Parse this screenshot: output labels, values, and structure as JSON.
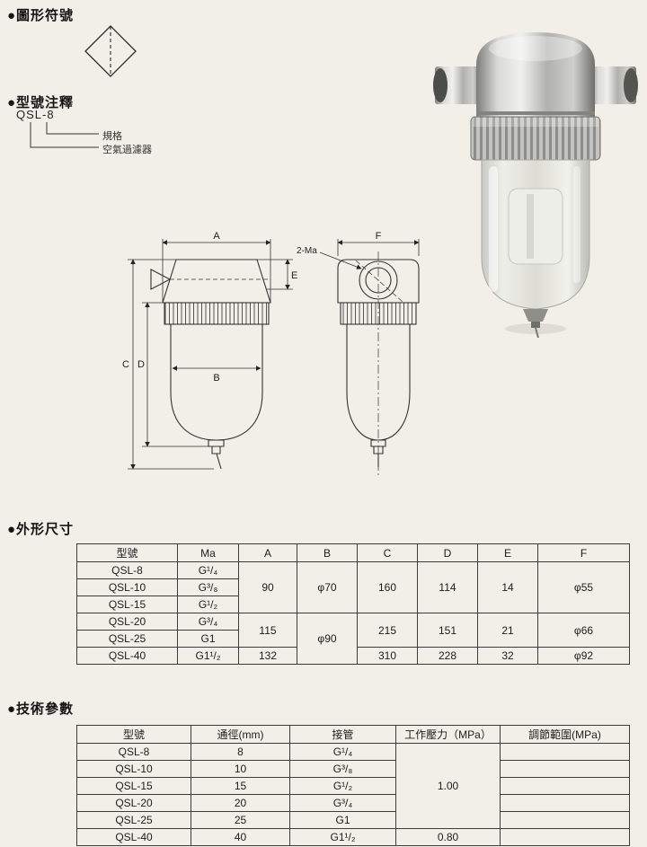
{
  "colors": {
    "paper": "#f2efe9",
    "ink": "#1c1c1c"
  },
  "sections": {
    "symbol_title": "●圖形符號",
    "model_title": "●型號注釋",
    "dimensions_title": "●外形尺寸",
    "params_title": "●技術參數"
  },
  "model_annotation": {
    "code": "QSL-8",
    "spec_label": "規格",
    "product_label": "空氣過濾器"
  },
  "drawing_labels": {
    "a": "A",
    "b": "B",
    "c": "C",
    "d": "D",
    "e": "E",
    "f": "F",
    "port": "2-Ma"
  },
  "dim_table": {
    "headers": [
      "型號",
      "Ma",
      "A",
      "B",
      "C",
      "D",
      "E",
      "F"
    ],
    "rows": [
      [
        {
          "t": "QSL-8"
        },
        {
          "t": "G¹/₄"
        },
        {
          "t": "90",
          "rs": 3
        },
        {
          "t": "φ70",
          "rs": 3
        },
        {
          "t": "160",
          "rs": 3
        },
        {
          "t": "114",
          "rs": 3
        },
        {
          "t": "14",
          "rs": 3
        },
        {
          "t": "φ55",
          "rs": 3
        }
      ],
      [
        {
          "t": "QSL-10"
        },
        {
          "t": "G³/₈"
        }
      ],
      [
        {
          "t": "QSL-15"
        },
        {
          "t": "G¹/₂"
        }
      ],
      [
        {
          "t": "QSL-20"
        },
        {
          "t": "G³/₄"
        },
        {
          "t": "115",
          "rs": 2
        },
        {
          "t": "φ90",
          "rs": 3
        },
        {
          "t": "215",
          "rs": 2
        },
        {
          "t": "151",
          "rs": 2
        },
        {
          "t": "21",
          "rs": 2
        },
        {
          "t": "φ66",
          "rs": 2
        }
      ],
      [
        {
          "t": "QSL-25"
        },
        {
          "t": "G1"
        }
      ],
      [
        {
          "t": "QSL-40"
        },
        {
          "t": "G1¹/₂"
        },
        {
          "t": "132"
        },
        {
          "t": "310"
        },
        {
          "t": "228"
        },
        {
          "t": "32"
        },
        {
          "t": "φ92"
        }
      ]
    ]
  },
  "param_table": {
    "headers": [
      "型號",
      "通徑(mm)",
      "接管",
      "工作壓力（MPa）",
      "調節範圍(MPa)"
    ],
    "rows": [
      [
        {
          "t": "QSL-8"
        },
        {
          "t": "8"
        },
        {
          "t": "G¹/₄"
        },
        {
          "t": "1.00",
          "rs": 5
        },
        {
          "t": ""
        }
      ],
      [
        {
          "t": "QSL-10"
        },
        {
          "t": "10"
        },
        {
          "t": "G³/₈"
        },
        {
          "t": ""
        }
      ],
      [
        {
          "t": "QSL-15"
        },
        {
          "t": "15"
        },
        {
          "t": "G¹/₂"
        },
        {
          "t": ""
        }
      ],
      [
        {
          "t": "QSL-20"
        },
        {
          "t": "20"
        },
        {
          "t": "G³/₄"
        },
        {
          "t": ""
        }
      ],
      [
        {
          "t": "QSL-25"
        },
        {
          "t": "25"
        },
        {
          "t": "G1"
        },
        {
          "t": ""
        }
      ],
      [
        {
          "t": "QSL-40"
        },
        {
          "t": "40"
        },
        {
          "t": "G1¹/₂"
        },
        {
          "t": "0.80"
        },
        {
          "t": ""
        }
      ]
    ]
  }
}
